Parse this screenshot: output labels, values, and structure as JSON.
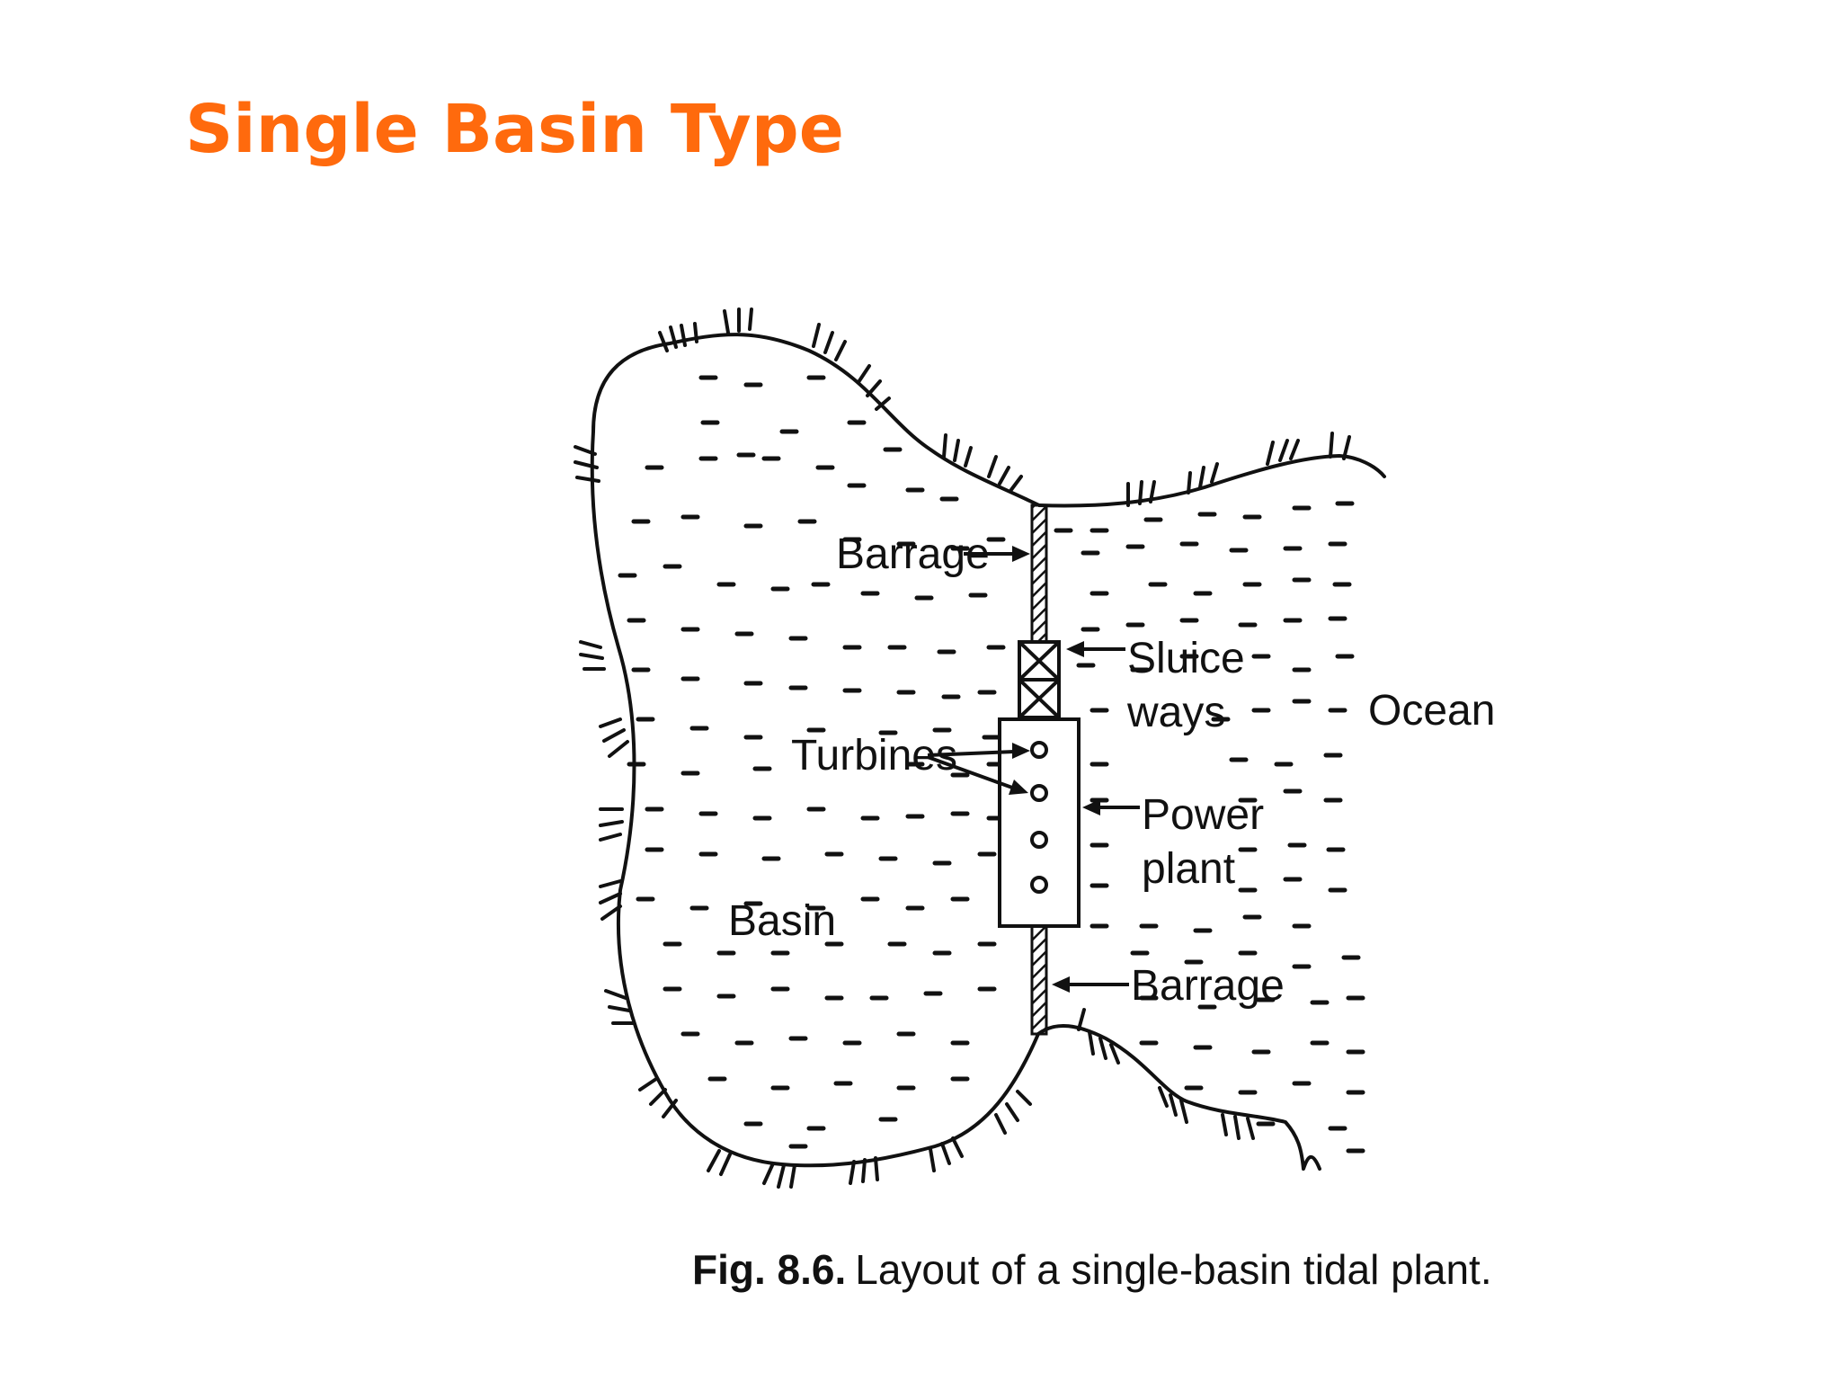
{
  "slide": {
    "title": "Single Basin Type"
  },
  "diagram": {
    "labels": {
      "barrage_top": "Barrage",
      "sluice": "Sluice",
      "ways": "ways",
      "ocean": "Ocean",
      "turbines": "Turbines",
      "power": "Power",
      "plant": "plant",
      "basin": "Basin",
      "barrage_bottom": "Barrage"
    },
    "caption": {
      "fig_number": "Fig. 8.6.",
      "text": "Layout of a single-basin tidal plant."
    }
  },
  "colors": {
    "title": "#ff6a0d",
    "ink": "#111111"
  }
}
